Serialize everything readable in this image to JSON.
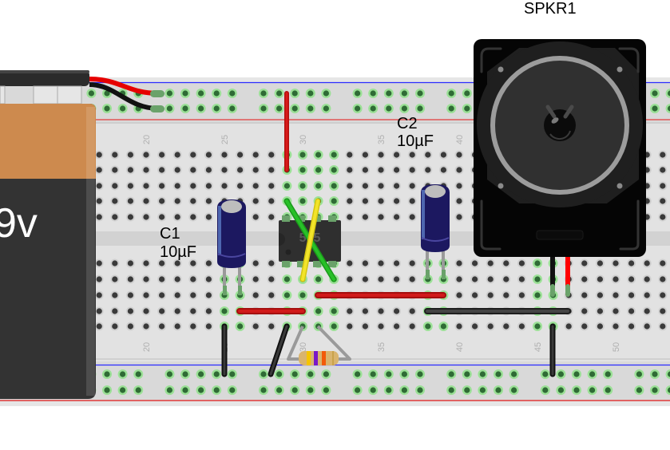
{
  "labels": {
    "speaker_ref": "SPKR1",
    "c1_ref": "C1",
    "c1_value": "10µF",
    "c2_ref": "C2",
    "c2_value": "10µF",
    "battery_voltage": "9v",
    "ic_marking": "555"
  },
  "breadboard": {
    "column_numbers": [
      "20",
      "25",
      "30",
      "35",
      "40",
      "45",
      "50"
    ],
    "first_visible_column": 17,
    "last_visible_column": 53,
    "colors": {
      "board": "#d9d9d9",
      "hole": "#3a3a3a",
      "hole_connected": "#2f6b35",
      "hole_glow": "#8fe08a",
      "rail_blue": "#2b2bff",
      "rail_red": "#e33b3b"
    }
  },
  "components": [
    {
      "id": "battery",
      "type": "9V battery",
      "label": "9v"
    },
    {
      "id": "ic",
      "type": "555 timer IC",
      "label": "555"
    },
    {
      "id": "c1",
      "type": "electrolytic capacitor",
      "ref": "C1",
      "value": "10µF"
    },
    {
      "id": "c2",
      "type": "electrolytic capacitor",
      "ref": "C2",
      "value": "10µF"
    },
    {
      "id": "spkr1",
      "type": "speaker",
      "ref": "SPKR1"
    },
    {
      "id": "r1",
      "type": "resistor",
      "bands": [
        "#f5c400",
        "#7a18c8",
        "#f25a0a",
        "#c9a24a"
      ]
    }
  ],
  "wires": [
    {
      "name": "battery-positive-lead",
      "color": "#e60000"
    },
    {
      "name": "battery-negative-lead",
      "color": "#111111"
    },
    {
      "name": "power-jumper",
      "color": "#c41414"
    },
    {
      "name": "ic-jumper-green",
      "color": "#22b022"
    },
    {
      "name": "ic-jumper-yellow",
      "color": "#f0e020"
    },
    {
      "name": "red-jumper-short",
      "color": "#c41414"
    },
    {
      "name": "red-jumper-long",
      "color": "#c41414"
    },
    {
      "name": "black-jumper-horizontal",
      "color": "#333333"
    },
    {
      "name": "ground-jumper-left",
      "color": "#222222"
    },
    {
      "name": "ground-jumper-diagonal",
      "color": "#222222"
    },
    {
      "name": "ground-jumper-right",
      "color": "#222222"
    },
    {
      "name": "speaker-lead-negative",
      "color": "#111111"
    },
    {
      "name": "speaker-lead-positive",
      "color": "#ff0000"
    }
  ]
}
